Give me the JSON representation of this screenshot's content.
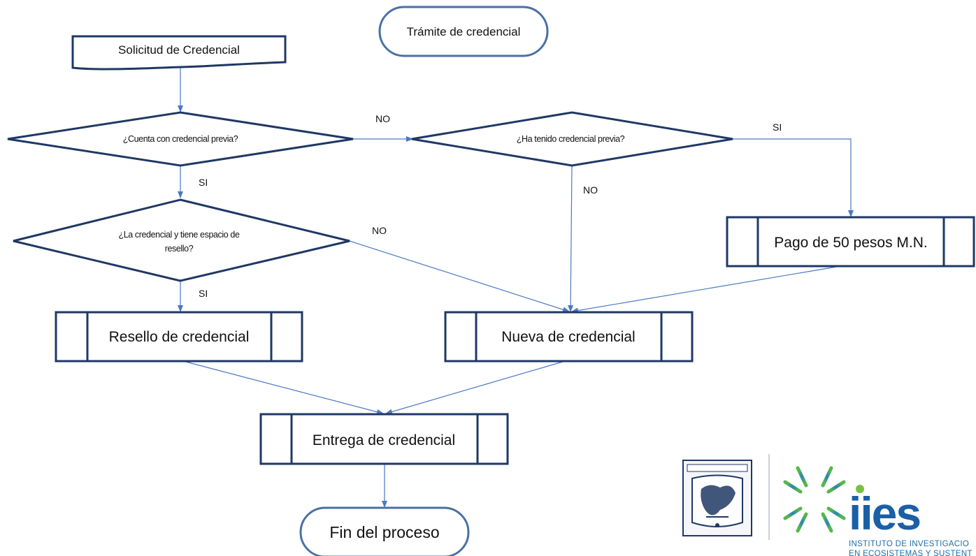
{
  "nodes": {
    "tramite": "Trámite de credencial",
    "solicitud": "Solicitud de Credencial",
    "cuenta_previa": "¿Cuenta con credencial previa?",
    "ha_tenido": "¿Ha tenido credencial previa?",
    "espacio_line1": "¿La credencial y tiene espacio de",
    "espacio_line2": "resello?",
    "pago": "Pago de 50 pesos M.N.",
    "resello": "Resello de credencial",
    "nueva": "Nueva de credencial",
    "entrega": "Entrega de credencial",
    "fin": "Fin del proceso"
  },
  "edges": {
    "no_top": "NO",
    "si_right": "SI",
    "si_left_1": "SI",
    "no_mid": "NO",
    "no_left": "NO",
    "si_left_2": "SI"
  },
  "logo": {
    "name": "iies",
    "line1": "INSTITUTO DE INVESTIGACIO",
    "line2": "EN ECOSISTEMAS Y SUSTENT"
  },
  "colors": {
    "shape_border": "#1f3864",
    "connector": "#4a78c2",
    "logo_blue": "#1b5fa6",
    "logo_green": "#7ac142"
  }
}
